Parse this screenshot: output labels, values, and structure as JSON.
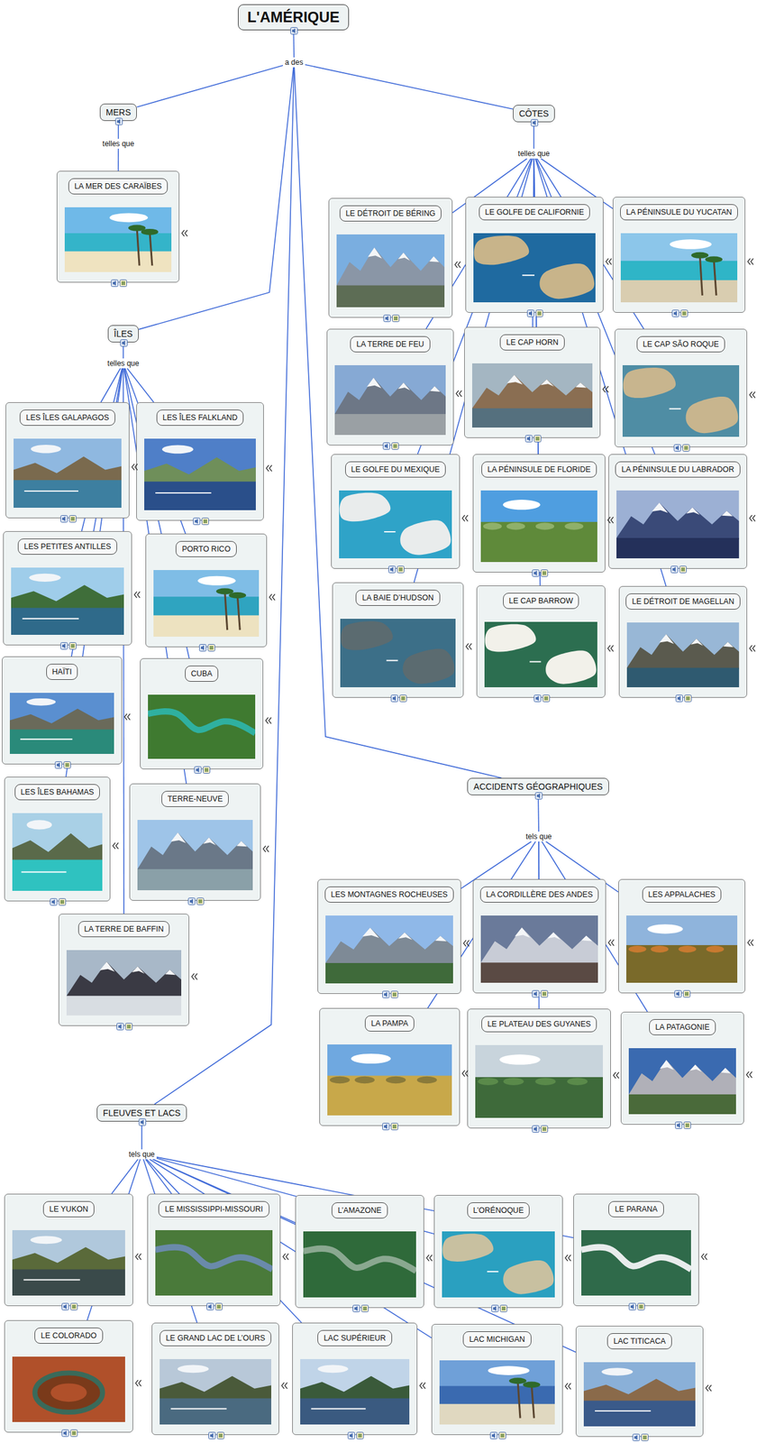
{
  "diagram": {
    "nodes": [
      {
        "text": [
          "L'AMÉRIQUE"
        ]
      },
      {
        "text": [
          "a des"
        ]
      },
      {
        "text": [
          "MERS"
        ]
      },
      {
        "text": [
          "telles que"
        ]
      },
      {
        "text": [
          "LA MER DES CARAÏBES"
        ]
      },
      {
        "text": [
          "CÔTES"
        ]
      },
      {
        "text": [
          "telles que"
        ]
      },
      {
        "text": [
          "LE DÉTROIT DE BÉRING"
        ]
      },
      {
        "text": [
          "LE GOLFE DE CALIFORNIE"
        ]
      },
      {
        "text": [
          "LA PÉNINSULE DU YUCATAN"
        ]
      },
      {
        "text": [
          "LA TERRE DE FEU"
        ]
      },
      {
        "text": [
          "LE CAP HORN"
        ]
      },
      {
        "text": [
          "LE CAP SÃO ROQUE"
        ]
      },
      {
        "text": [
          "LE GOLFE DU MEXIQUE"
        ]
      },
      {
        "text": [
          "LA PÉNINSULE DE FLORIDE"
        ]
      },
      {
        "text": [
          "LA PÉNINSULE DU LABRADOR"
        ]
      },
      {
        "text": [
          "LA BAIE D’HUDSON"
        ]
      },
      {
        "text": [
          "LE CAP BARROW"
        ]
      },
      {
        "text": [
          "LE DÉTROIT DE MAGELLAN"
        ]
      },
      {
        "text": [
          "ÎLES"
        ]
      },
      {
        "text": [
          "telles que"
        ]
      },
      {
        "text": [
          "LES ÎLES GALAPAGOS"
        ]
      },
      {
        "text": [
          "LES ÎLES FALKLAND"
        ]
      },
      {
        "text": [
          "LES PETITES ANTILLES"
        ]
      },
      {
        "text": [
          "PORTO RICO"
        ]
      },
      {
        "text": [
          "HAÏTI"
        ]
      },
      {
        "text": [
          "CUBA"
        ]
      },
      {
        "text": [
          "LES ÎLES BAHAMAS"
        ]
      },
      {
        "text": [
          "TERRE-NEUVE"
        ]
      },
      {
        "text": [
          "LA TERRE DE BAFFIN"
        ]
      },
      {
        "text": [
          "ACCIDENTS GÉOGRAPHIQUES"
        ]
      },
      {
        "text": [
          "tels que"
        ]
      },
      {
        "text": [
          "LES MONTAGNES ROCHEUSES"
        ]
      },
      {
        "text": [
          "LA CORDILLÈRE DES ANDES"
        ]
      },
      {
        "text": [
          "LES APPALACHES"
        ]
      },
      {
        "text": [
          "LA PAMPA"
        ]
      },
      {
        "text": [
          "LE PLATEAU DES GUYANES"
        ]
      },
      {
        "text": [
          "LA PATAGONIE"
        ]
      },
      {
        "text": [
          "FLEUVES ET LACS"
        ]
      },
      {
        "text": [
          "tels que"
        ]
      },
      {
        "text": [
          "LE YUKON"
        ]
      },
      {
        "text": [
          "LE MISSISSIPPI-MISSOURI"
        ]
      },
      {
        "text": [
          "L’AMAZONE"
        ]
      },
      {
        "text": [
          "L’ORÉNOQUE"
        ]
      },
      {
        "text": [
          "LE PARANA"
        ]
      },
      {
        "text": [
          "LE COLORADO"
        ]
      },
      {
        "text": [
          "LE GRAND LAC DE L’OURS"
        ]
      },
      {
        "text": [
          "LAC SUPÉRIEUR"
        ]
      },
      {
        "text": [
          "LAC MICHIGAN"
        ]
      },
      {
        "text": [
          "LAC TITICACA"
        ]
      }
    ],
    "edges": [
      {
        "from": 0,
        "to": 1,
        "arrow": "none"
      },
      {
        "from": 1,
        "to": 2,
        "arrow": "none"
      },
      {
        "from": 1,
        "to": 5,
        "arrow": "none"
      },
      {
        "from": 1,
        "to": 19,
        "arrow": "none"
      },
      {
        "from": 1,
        "to": 30,
        "arrow": "none"
      },
      {
        "from": 1,
        "to": 38,
        "arrow": "none"
      },
      {
        "from": 2,
        "to": 3,
        "arrow": "none"
      },
      {
        "from": 3,
        "to": 4,
        "arrow": "none"
      },
      {
        "from": 5,
        "to": 6,
        "arrow": "none"
      },
      {
        "from": 6,
        "to": 7,
        "arrow": "none"
      },
      {
        "from": 6,
        "to": 8,
        "arrow": "none"
      },
      {
        "from": 6,
        "to": 9,
        "arrow": "none"
      },
      {
        "from": 6,
        "to": 10,
        "arrow": "none"
      },
      {
        "from": 6,
        "to": 11,
        "arrow": "none"
      },
      {
        "from": 6,
        "to": 12,
        "arrow": "none"
      },
      {
        "from": 6,
        "to": 13,
        "arrow": "none"
      },
      {
        "from": 6,
        "to": 14,
        "arrow": "none"
      },
      {
        "from": 6,
        "to": 15,
        "arrow": "none"
      },
      {
        "from": 6,
        "to": 16,
        "arrow": "none"
      },
      {
        "from": 6,
        "to": 17,
        "arrow": "none"
      },
      {
        "from": 6,
        "to": 18,
        "arrow": "none"
      },
      {
        "from": 19,
        "to": 20,
        "arrow": "none"
      },
      {
        "from": 20,
        "to": 21,
        "arrow": "none"
      },
      {
        "from": 20,
        "to": 22,
        "arrow": "none"
      },
      {
        "from": 20,
        "to": 23,
        "arrow": "none"
      },
      {
        "from": 20,
        "to": 24,
        "arrow": "none"
      },
      {
        "from": 20,
        "to": 25,
        "arrow": "none"
      },
      {
        "from": 20,
        "to": 26,
        "arrow": "none"
      },
      {
        "from": 20,
        "to": 27,
        "arrow": "none"
      },
      {
        "from": 20,
        "to": 28,
        "arrow": "none"
      },
      {
        "from": 20,
        "to": 29,
        "arrow": "none"
      },
      {
        "from": 30,
        "to": 31,
        "arrow": "none"
      },
      {
        "from": 31,
        "to": 32,
        "arrow": "none"
      },
      {
        "from": 31,
        "to": 33,
        "arrow": "none"
      },
      {
        "from": 31,
        "to": 34,
        "arrow": "none"
      },
      {
        "from": 31,
        "to": 35,
        "arrow": "none"
      },
      {
        "from": 31,
        "to": 36,
        "arrow": "none"
      },
      {
        "from": 31,
        "to": 37,
        "arrow": "none"
      },
      {
        "from": 38,
        "to": 39,
        "arrow": "none"
      },
      {
        "from": 39,
        "to": 40,
        "arrow": "none"
      },
      {
        "from": 39,
        "to": 41,
        "arrow": "none"
      },
      {
        "from": 39,
        "to": 42,
        "arrow": "none"
      },
      {
        "from": 39,
        "to": 43,
        "arrow": "none"
      },
      {
        "from": 39,
        "to": 44,
        "arrow": "none"
      },
      {
        "from": 39,
        "to": 45,
        "arrow": "none"
      },
      {
        "from": 39,
        "to": 46,
        "arrow": "none"
      },
      {
        "from": 39,
        "to": 47,
        "arrow": "none"
      },
      {
        "from": 39,
        "to": 48,
        "arrow": "none"
      },
      {
        "from": 39,
        "to": 49,
        "arrow": "none"
      }
    ]
  }
}
